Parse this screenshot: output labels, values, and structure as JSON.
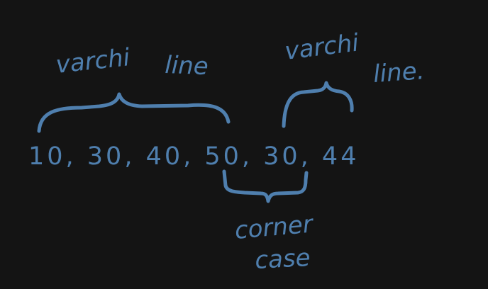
{
  "note": {
    "sequence": "10, 30, 40, 50, 30, 44",
    "label_left_word1": "varchi",
    "label_left_word2": "line",
    "label_right_word1": "varchi",
    "label_right_word2": "line.",
    "label_bottom_word1": "corner",
    "label_bottom_word2": "case"
  },
  "colors": {
    "background": "#141414",
    "ink": "#4f7fae"
  }
}
